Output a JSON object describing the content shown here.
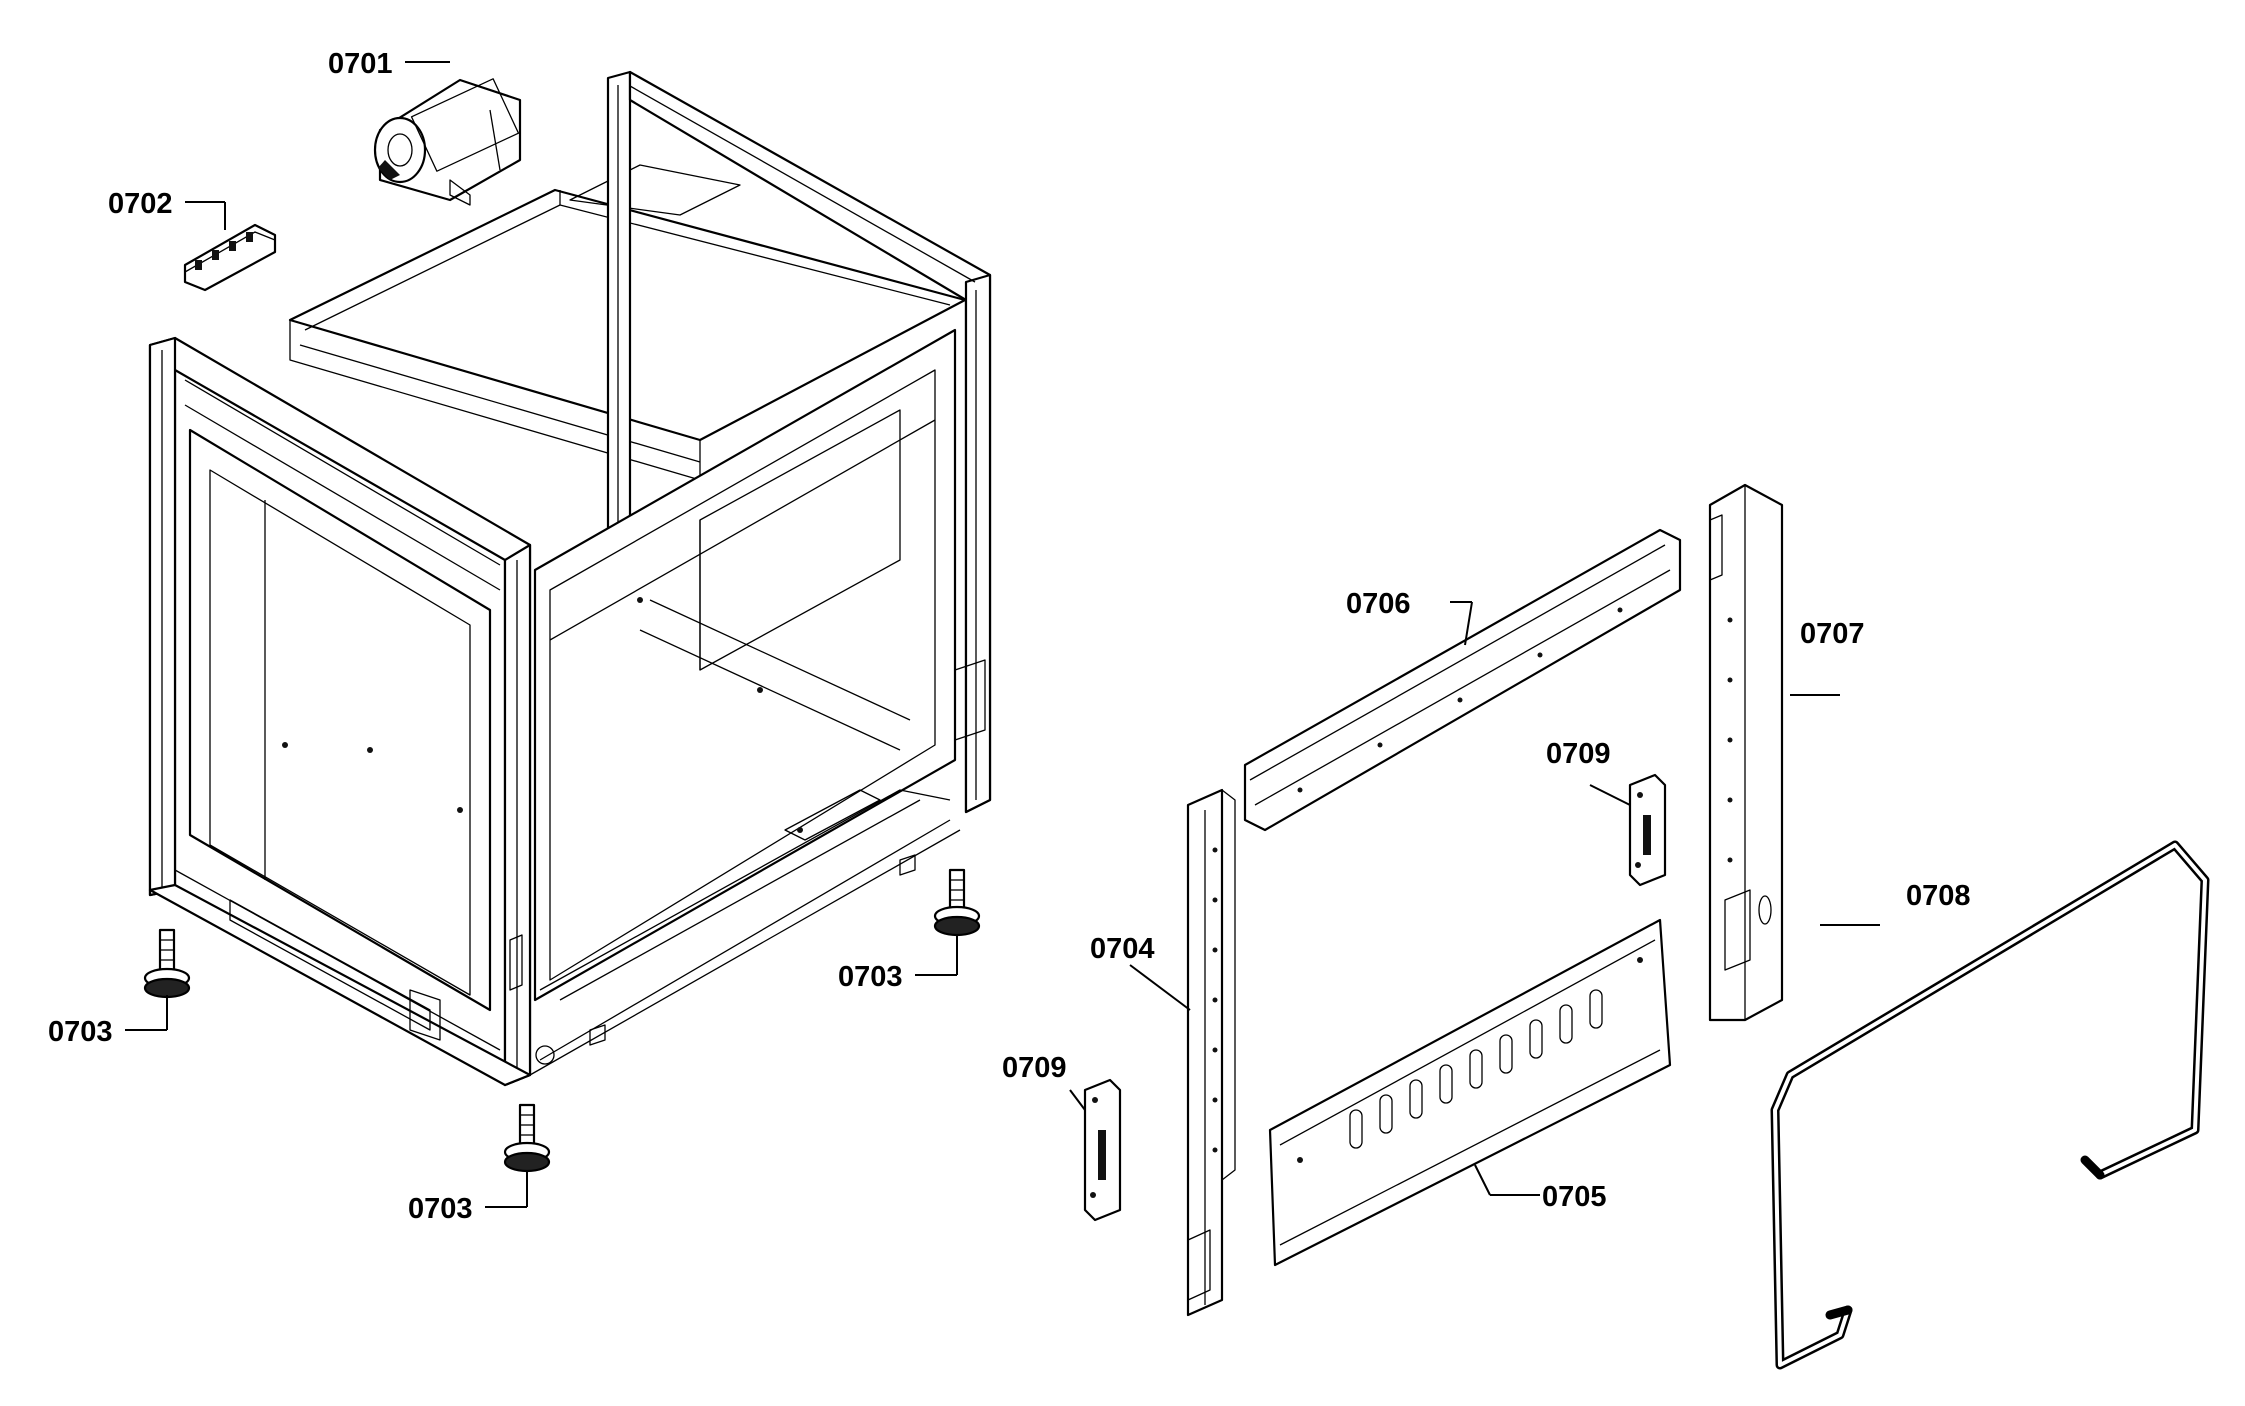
{
  "callouts": {
    "c0701": "0701",
    "c0702": "0702",
    "c0703a": "0703",
    "c0703b": "0703",
    "c0703c": "0703",
    "c0704": "0704",
    "c0705": "0705",
    "c0706": "0706",
    "c0707": "0707",
    "c0708": "0708",
    "c0709a": "0709",
    "c0709b": "0709"
  }
}
